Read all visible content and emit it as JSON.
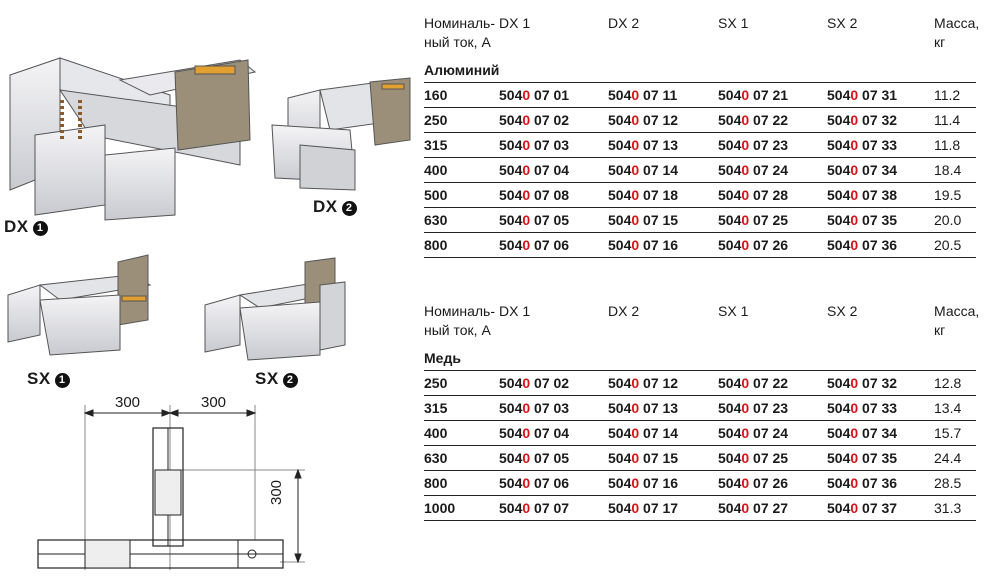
{
  "labels": {
    "dx1": "DX",
    "dx1_num": "1",
    "dx2": "DX",
    "dx2_num": "2",
    "sx1": "SX",
    "sx1_num": "1",
    "sx2": "SX",
    "sx2_num": "2"
  },
  "dimensions": {
    "left": "300",
    "right": "300",
    "vertical": "300"
  },
  "header": {
    "current": "Номиналь-ный ток, А",
    "current_line1": "Номиналь-",
    "current_line2": "ный ток, А",
    "dx1": "DX 1",
    "dx2": "DX 2",
    "sx1": "SX 1",
    "sx2": "SX 2",
    "mass_line1": "Масса,",
    "mass_line2": "кг"
  },
  "aluminium": {
    "title": "Алюминий",
    "rows": [
      {
        "current": "160",
        "dx1": [
          "504",
          "0",
          " 07 01"
        ],
        "dx2": [
          "504",
          "0",
          " 07 11"
        ],
        "sx1": [
          "504",
          "0",
          " 07 21"
        ],
        "sx2": [
          "504",
          "0",
          " 07 31"
        ],
        "mass": "11.2"
      },
      {
        "current": "250",
        "dx1": [
          "504",
          "0",
          " 07 02"
        ],
        "dx2": [
          "504",
          "0",
          " 07 12"
        ],
        "sx1": [
          "504",
          "0",
          " 07 22"
        ],
        "sx2": [
          "504",
          "0",
          " 07 32"
        ],
        "mass": "11.4"
      },
      {
        "current": "315",
        "dx1": [
          "504",
          "0",
          " 07 03"
        ],
        "dx2": [
          "504",
          "0",
          " 07 13"
        ],
        "sx1": [
          "504",
          "0",
          " 07 23"
        ],
        "sx2": [
          "504",
          "0",
          " 07 33"
        ],
        "mass": "11.8"
      },
      {
        "current": "400",
        "dx1": [
          "504",
          "0",
          " 07 04"
        ],
        "dx2": [
          "504",
          "0",
          " 07 14"
        ],
        "sx1": [
          "504",
          "0",
          " 07 24"
        ],
        "sx2": [
          "504",
          "0",
          " 07 34"
        ],
        "mass": "18.4"
      },
      {
        "current": "500",
        "dx1": [
          "504",
          "0",
          " 07 08"
        ],
        "dx2": [
          "504",
          "0",
          " 07 18"
        ],
        "sx1": [
          "504",
          "0",
          " 07 28"
        ],
        "sx2": [
          "504",
          "0",
          " 07 38"
        ],
        "mass": "19.5"
      },
      {
        "current": "630",
        "dx1": [
          "504",
          "0",
          " 07 05"
        ],
        "dx2": [
          "504",
          "0",
          " 07 15"
        ],
        "sx1": [
          "504",
          "0",
          " 07 25"
        ],
        "sx2": [
          "504",
          "0",
          " 07 35"
        ],
        "mass": "20.0"
      },
      {
        "current": "800",
        "dx1": [
          "504",
          "0",
          " 07 06"
        ],
        "dx2": [
          "504",
          "0",
          " 07 16"
        ],
        "sx1": [
          "504",
          "0",
          " 07 26"
        ],
        "sx2": [
          "504",
          "0",
          " 07 36"
        ],
        "mass": "20.5"
      }
    ]
  },
  "copper": {
    "title": "Медь",
    "rows": [
      {
        "current": "250",
        "dx1": [
          "504",
          "0",
          " 07 02"
        ],
        "dx2": [
          "504",
          "0",
          " 07 12"
        ],
        "sx1": [
          "504",
          "0",
          " 07 22"
        ],
        "sx2": [
          "504",
          "0",
          " 07 32"
        ],
        "mass": "12.8"
      },
      {
        "current": "315",
        "dx1": [
          "504",
          "0",
          " 07 03"
        ],
        "dx2": [
          "504",
          "0",
          " 07 13"
        ],
        "sx1": [
          "504",
          "0",
          " 07 23"
        ],
        "sx2": [
          "504",
          "0",
          " 07 33"
        ],
        "mass": "13.4"
      },
      {
        "current": "400",
        "dx1": [
          "504",
          "0",
          " 07 04"
        ],
        "dx2": [
          "504",
          "0",
          " 07 14"
        ],
        "sx1": [
          "504",
          "0",
          " 07 24"
        ],
        "sx2": [
          "504",
          "0",
          " 07 34"
        ],
        "mass": "15.7"
      },
      {
        "current": "630",
        "dx1": [
          "504",
          "0",
          " 07 05"
        ],
        "dx2": [
          "504",
          "0",
          " 07 15"
        ],
        "sx1": [
          "504",
          "0",
          " 07 25"
        ],
        "sx2": [
          "504",
          "0",
          " 07 35"
        ],
        "mass": "24.4"
      },
      {
        "current": "800",
        "dx1": [
          "504",
          "0",
          " 07 06"
        ],
        "dx2": [
          "504",
          "0",
          " 07 16"
        ],
        "sx1": [
          "504",
          "0",
          " 07 26"
        ],
        "sx2": [
          "504",
          "0",
          " 07 36"
        ],
        "mass": "28.5"
      },
      {
        "current": "1000",
        "dx1": [
          "504",
          "0",
          " 07 07"
        ],
        "dx2": [
          "504",
          "0",
          " 07 17"
        ],
        "sx1": [
          "504",
          "0",
          " 07 27"
        ],
        "sx2": [
          "504",
          "0",
          " 07 37"
        ],
        "mass": "31.3"
      }
    ]
  },
  "colors": {
    "highlight": "#d8141b",
    "text": "#1a1a1a",
    "rule": "#222222",
    "housing": "#dcdde2"
  }
}
